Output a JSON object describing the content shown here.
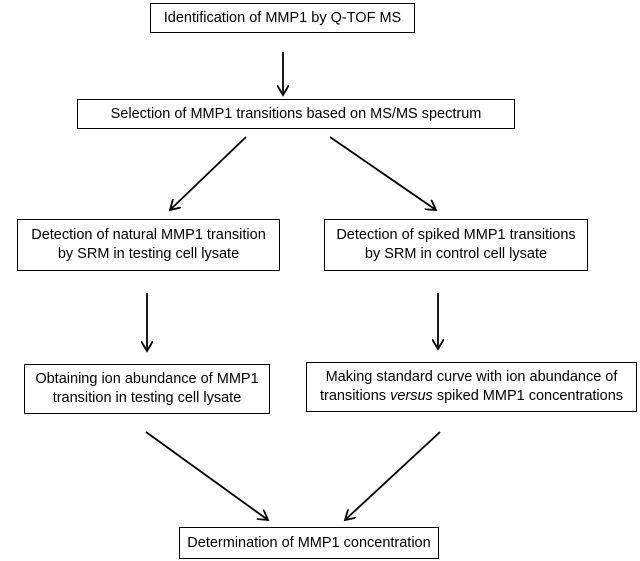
{
  "boxes": {
    "identification": {
      "line1": "Identification of MMP1 by Q-TOF  MS"
    },
    "selection": {
      "line1": "Selection of MMP1 transitions based on MS/MS spectrum"
    },
    "detect_natural": {
      "line1": "Detection of natural MMP1 transition",
      "line2": "by SRM in testing cell lysate"
    },
    "detect_spiked": {
      "line1": "Detection of spiked MMP1 transitions",
      "line2": "by SRM in control cell lysate"
    },
    "obtaining": {
      "line1": "Obtaining ion abundance of MMP1",
      "line2": "transition in testing cell lysate"
    },
    "standard_curve": {
      "line1": "Making standard curve with ion abundance of",
      "line2_pre": "transitions ",
      "line2_em": "versus",
      "line2_post": " spiked MMP1 concentrations"
    },
    "determination": {
      "line1": "Determination of MMP1 concentration"
    }
  }
}
